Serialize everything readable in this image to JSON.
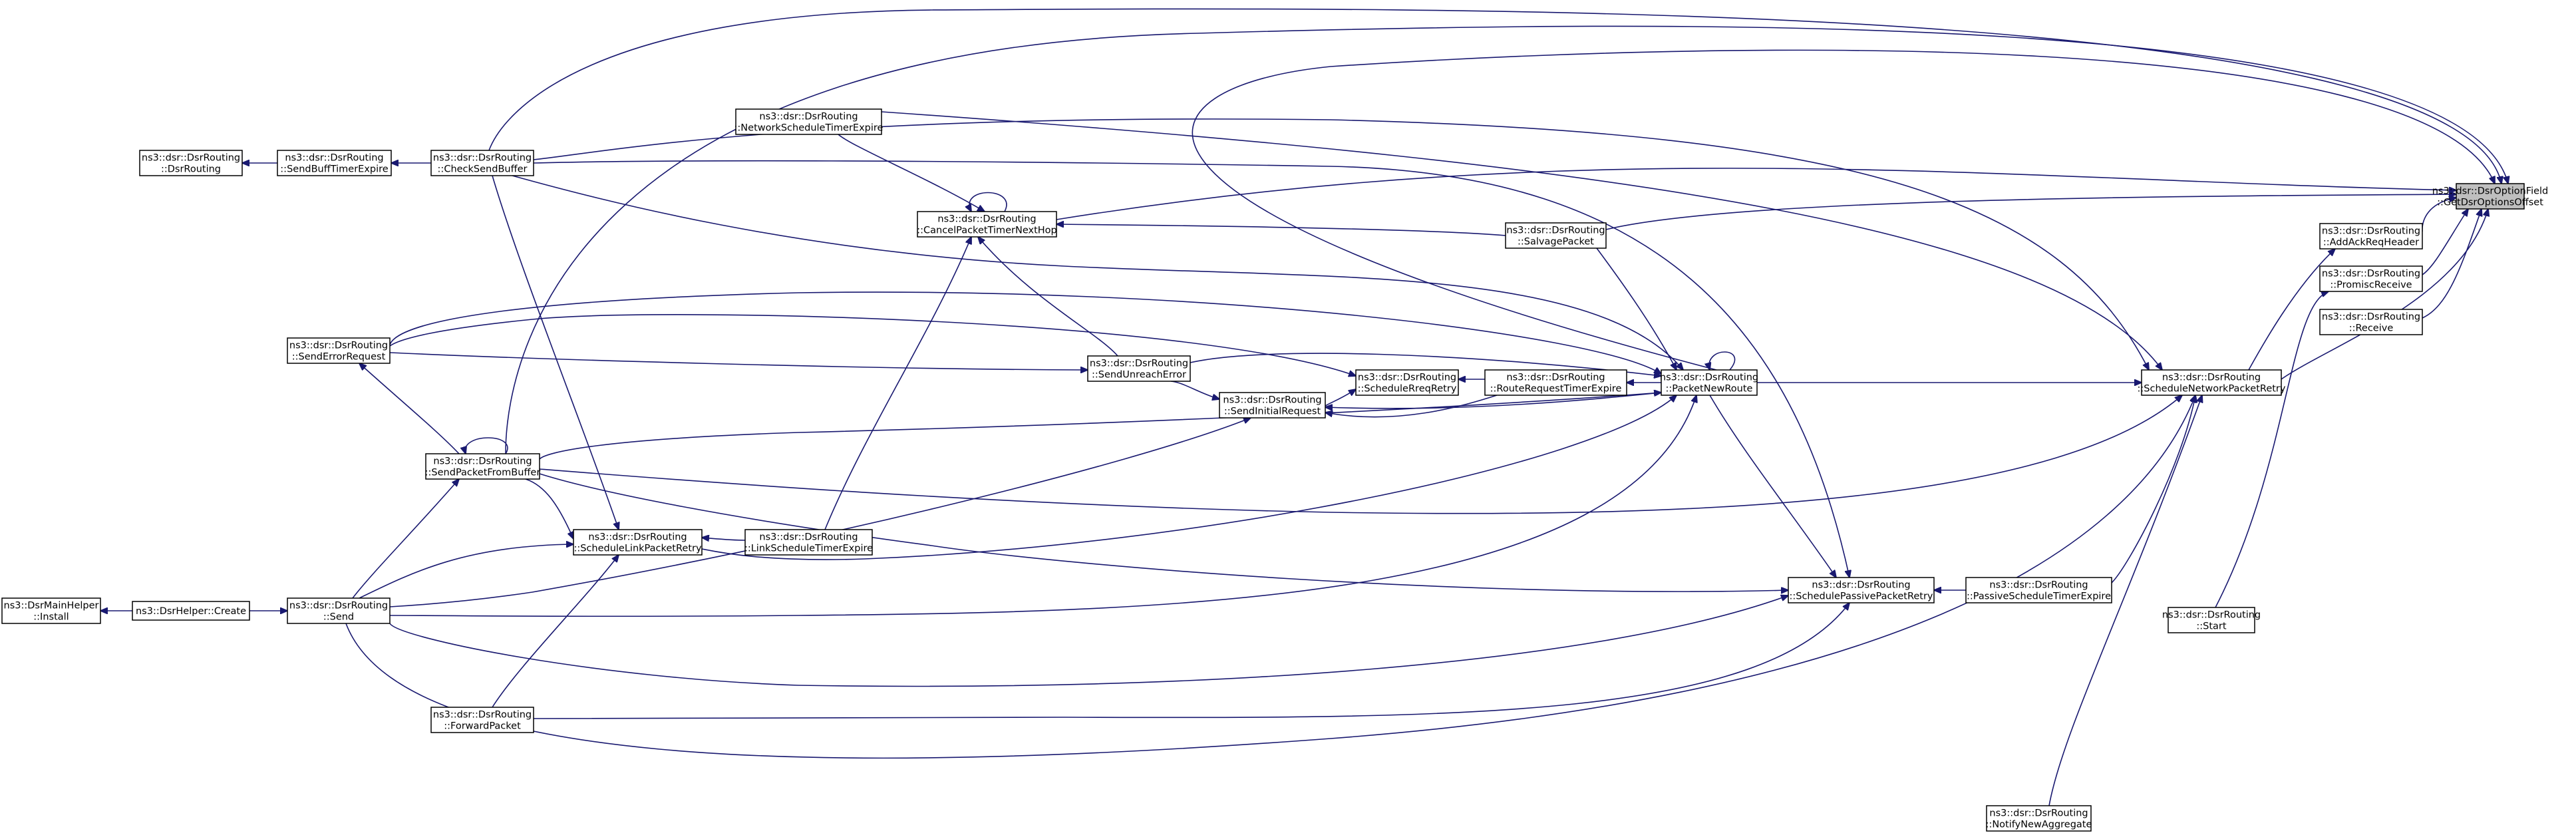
{
  "diagram": {
    "type": "call-graph",
    "colors": {
      "edge": "#191970",
      "node_border": "#000000",
      "node_fill": "#ffffff",
      "highlight_fill": "#bfbfbf"
    },
    "nodes": [
      {
        "id": "target",
        "lines": [
          "ns3::dsr::DsrOptionField",
          "::GetDsrOptionsOffset"
        ],
        "highlight": true
      },
      {
        "id": "addack",
        "lines": [
          "ns3::dsr::DsrRouting",
          "::AddAckReqHeader"
        ]
      },
      {
        "id": "promisc",
        "lines": [
          "ns3::dsr::DsrRouting",
          "::PromiscReceive"
        ]
      },
      {
        "id": "receive",
        "lines": [
          "ns3::dsr::DsrRouting",
          "::Receive"
        ]
      },
      {
        "id": "schednet",
        "lines": [
          "ns3::dsr::DsrRouting",
          "::ScheduleNetworkPacketRetry"
        ]
      },
      {
        "id": "start",
        "lines": [
          "ns3::dsr::DsrRouting",
          "::Start"
        ]
      },
      {
        "id": "notify",
        "lines": [
          "ns3::dsr::DsrRouting",
          "::NotifyNewAggregate"
        ]
      },
      {
        "id": "passivetimer",
        "lines": [
          "ns3::dsr::DsrRouting",
          "::PassiveScheduleTimerExpire"
        ]
      },
      {
        "id": "schedpassive",
        "lines": [
          "ns3::dsr::DsrRouting",
          "::SchedulePassivePacketRetry"
        ]
      },
      {
        "id": "pnr",
        "lines": [
          "ns3::dsr::DsrRouting",
          "::PacketNewRoute"
        ]
      },
      {
        "id": "salvage",
        "lines": [
          "ns3::dsr::DsrRouting",
          "::SalvagePacket"
        ]
      },
      {
        "id": "rrte",
        "lines": [
          "ns3::dsr::DsrRouting",
          "::RouteRequestTimerExpire"
        ]
      },
      {
        "id": "schedrreq",
        "lines": [
          "ns3::dsr::DsrRouting",
          "::ScheduleRreqRetry"
        ]
      },
      {
        "id": "sendinit",
        "lines": [
          "ns3::dsr::DsrRouting",
          "::SendInitialRequest"
        ]
      },
      {
        "id": "unreach",
        "lines": [
          "ns3::dsr::DsrRouting",
          "::SendUnreachError"
        ]
      },
      {
        "id": "cancel",
        "lines": [
          "ns3::dsr::DsrRouting",
          "::CancelPacketTimerNextHop"
        ]
      },
      {
        "id": "netsched",
        "lines": [
          "ns3::dsr::DsrRouting",
          "::NetworkScheduleTimerExpire"
        ]
      },
      {
        "id": "linksched",
        "lines": [
          "ns3::dsr::DsrRouting",
          "::LinkScheduleTimerExpire"
        ]
      },
      {
        "id": "schedlink",
        "lines": [
          "ns3::dsr::DsrRouting",
          "::ScheduleLinkPacketRetry"
        ]
      },
      {
        "id": "forward",
        "lines": [
          "ns3::dsr::DsrRouting",
          "::ForwardPacket"
        ]
      },
      {
        "id": "checksend",
        "lines": [
          "ns3::dsr::DsrRouting",
          "::CheckSendBuffer"
        ]
      },
      {
        "id": "sendbuff",
        "lines": [
          "ns3::dsr::DsrRouting",
          "::SendBuffTimerExpire"
        ]
      },
      {
        "id": "dsrrouting",
        "lines": [
          "ns3::dsr::DsrRouting",
          "::DsrRouting"
        ]
      },
      {
        "id": "senderr",
        "lines": [
          "ns3::dsr::DsrRouting",
          "::SendErrorRequest"
        ]
      },
      {
        "id": "sendpfb",
        "lines": [
          "ns3::dsr::DsrRouting",
          "::SendPacketFromBuffer"
        ]
      },
      {
        "id": "send",
        "lines": [
          "ns3::dsr::DsrRouting",
          "::Send"
        ]
      },
      {
        "id": "create",
        "lines": [
          "ns3::DsrHelper::Create"
        ]
      },
      {
        "id": "install",
        "lines": [
          "ns3::DsrMainHelper",
          "::Install"
        ]
      }
    ]
  }
}
